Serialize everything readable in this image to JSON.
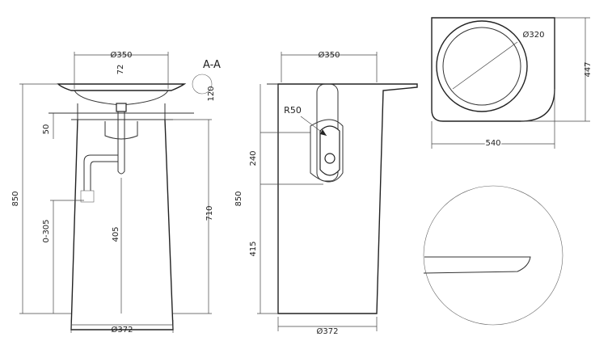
{
  "front_view": {
    "dia_top": "Ø350",
    "dia_bottom": "Ø372",
    "dim_72": "72",
    "dim_120": "120",
    "dim_50": "50",
    "dim_850": "850",
    "dim_0_305": "0-305",
    "dim_405": "405",
    "dim_710": "710",
    "section_label": "A-A"
  },
  "side_view": {
    "dia_top": "Ø350",
    "dia_bottom": "Ø372",
    "radius": "R50",
    "dim_240": "240",
    "dim_850": "850",
    "dim_415": "415"
  },
  "top_view": {
    "dia_bowl": "Ø320",
    "width": "540",
    "depth": "447"
  }
}
